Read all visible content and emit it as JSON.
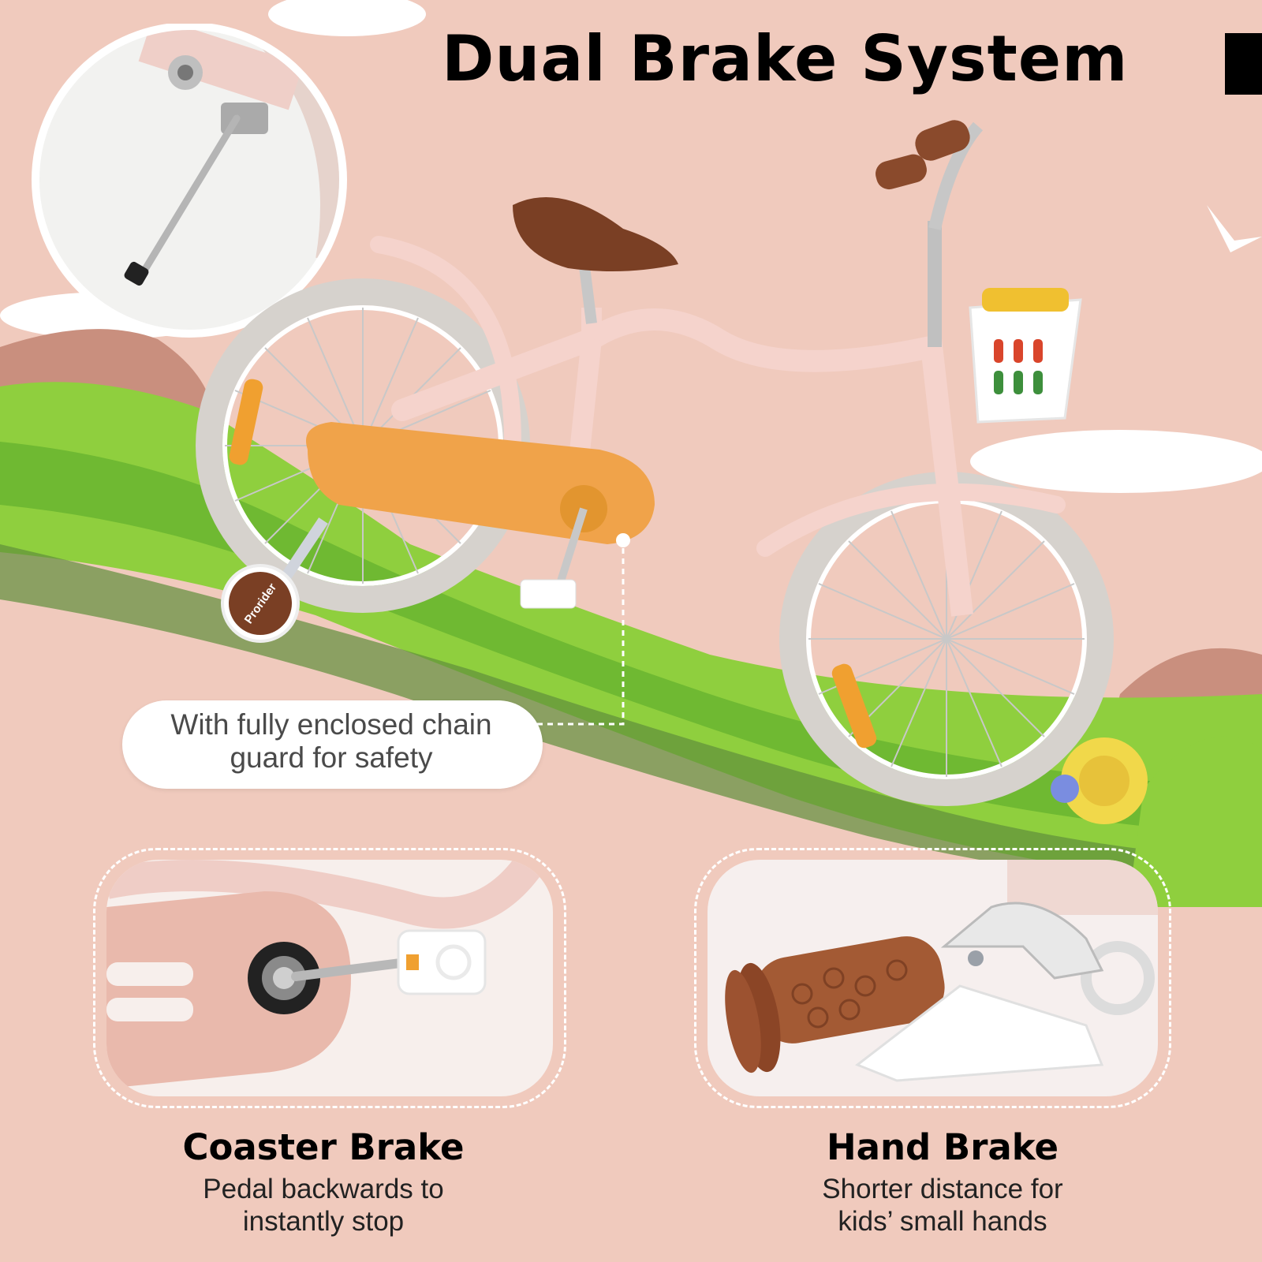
{
  "headline": {
    "title": "Dual Brake System"
  },
  "callout": {
    "line1": "With fully enclosed chain",
    "line2": "guard for safety"
  },
  "features": [
    {
      "title": "Coaster Brake",
      "desc1": "Pedal backwards to",
      "desc2": "instantly stop"
    },
    {
      "title": "Hand Brake",
      "desc1": "Shorter distance for",
      "desc2": "kids’ small hands"
    }
  ],
  "brand": {
    "logo_text": "Prorider"
  },
  "colors": {
    "background": "#f0cabd",
    "grass": "#8fcf3e",
    "chain_guard": "#f0a34a",
    "frame": "#f5d3cc",
    "saddle": "#7a3f24",
    "tire": "#d6d2cd"
  },
  "icons": [
    "kickstand-photo",
    "coaster-brake-photo",
    "hand-brake-photo",
    "bicycle-illustration"
  ]
}
